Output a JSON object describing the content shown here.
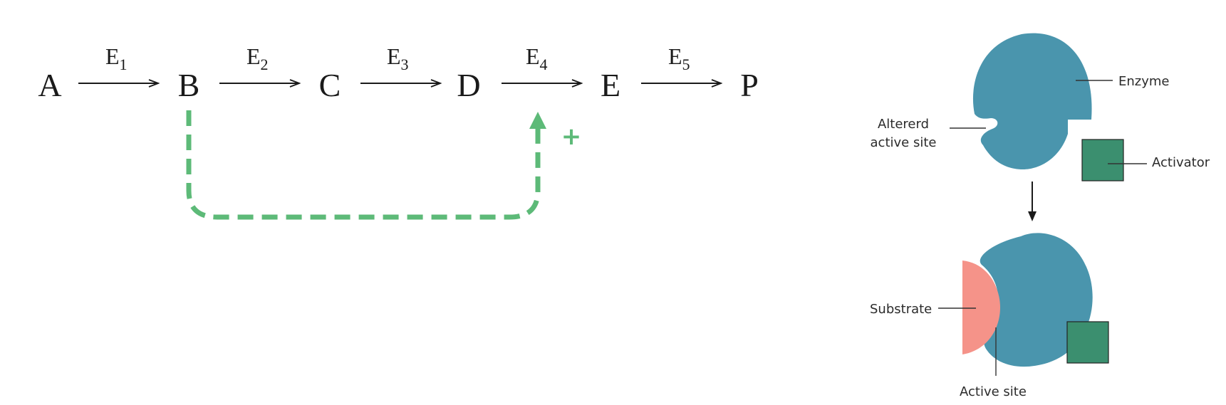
{
  "pathway": {
    "nodes": [
      "A",
      "B",
      "C",
      "D",
      "E",
      "P"
    ],
    "enzymes": [
      {
        "base": "E",
        "sub": "1"
      },
      {
        "base": "E",
        "sub": "2"
      },
      {
        "base": "E",
        "sub": "3"
      },
      {
        "base": "E",
        "sub": "4"
      },
      {
        "base": "E",
        "sub": "5"
      }
    ],
    "feedback": {
      "from": "B",
      "to": "E4",
      "sign": "+",
      "color": "#5dba78"
    }
  },
  "activation_diagram": {
    "enzyme_color": "#4a95ad",
    "activator_color": "#3b8f6f",
    "substrate_color": "#f59389",
    "labels": {
      "enzyme": "Enzyme",
      "altered_site_line1": "Altererd",
      "altered_site_line2": "active site",
      "activator": "Activator",
      "substrate": "Substrate",
      "active_site": "Active site"
    }
  }
}
